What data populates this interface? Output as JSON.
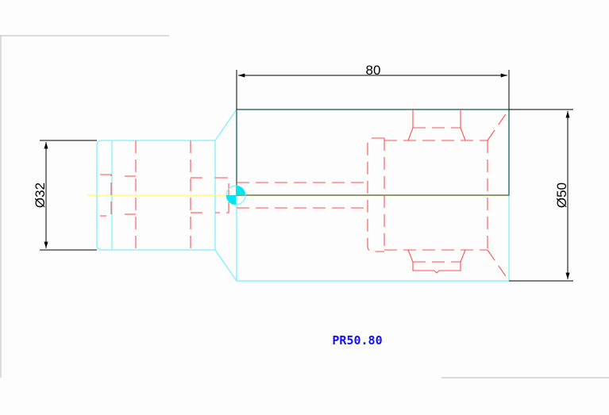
{
  "drawing": {
    "dim_length": "80",
    "dim_big_diameter": "Ø50",
    "dim_small_diameter": "Ø32",
    "part_label": "PR50.80"
  },
  "colors": {
    "outline": "#00e5ff",
    "hidden": "#ff3b3b",
    "center": "#ffff33",
    "dimension": "#000000",
    "label": "#1010ff"
  }
}
